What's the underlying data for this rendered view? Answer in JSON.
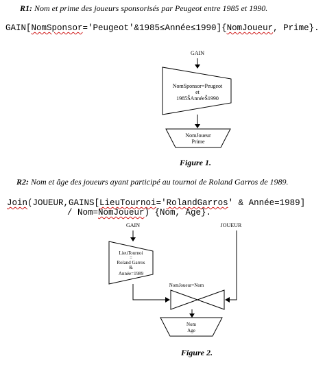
{
  "r1": {
    "label": "R1:",
    "title": "Nom et prime des joueurs sponsorisés par Peugeot entre 1985 et 1990.",
    "query": {
      "p1": "GAIN[",
      "p2": "NomSponsor",
      "p3": "='Peugeot'&1985≤Année≤1990]{",
      "p4": "NomJoueur",
      "p5": ", Prime}."
    },
    "diagram": {
      "source": "GAIN",
      "selection_lines": [
        "NomSponsor=Peugeot",
        "et",
        "1985ŠAnnéeŠ1990"
      ],
      "projection_lines": [
        "NomJoueur",
        "Prime"
      ]
    },
    "caption": "Figure 1."
  },
  "r2": {
    "label": "R2:",
    "title": "Nom et âge des joueurs ayant participé au tournoi de Roland Garros de 1989.",
    "query": {
      "line1_a": "Join",
      "line1_b": "(JOUEUR,GAINS[",
      "line1_c": "LieuTournoi",
      "line1_d": "='",
      "line1_e": "RolandGarros",
      "line1_f": "' & Année=1989]",
      "line2_a": "/ Nom=",
      "line2_b": "NomJoueur",
      "line2_c": ") {Nom, Age}."
    },
    "diagram": {
      "source_left": "GAIN",
      "source_right": "JOUEUR",
      "selection_lines": [
        "LieuTournoi",
        "=",
        "Roland Garros",
        "&",
        "Année=1989"
      ],
      "join_condition": "NomJoueur=Nom",
      "projection_lines": [
        "Nom",
        "Age"
      ]
    },
    "caption": "Figure 2."
  }
}
